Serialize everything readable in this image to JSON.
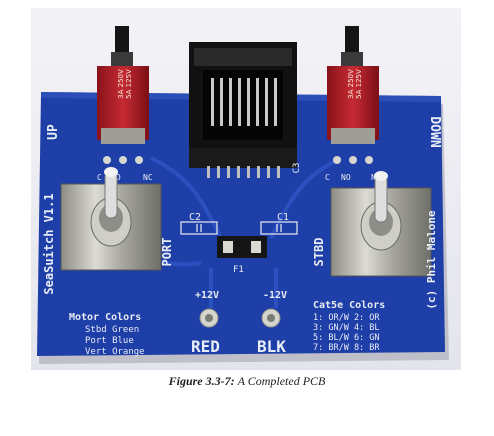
{
  "photo": {
    "board_name": "SeaSuitch V1.1",
    "author": "(c) Phil Malone",
    "up_label": "UP",
    "down_label": "DOWN",
    "port_label": "PORT",
    "stbd_label": "STBD",
    "c1_label": "C1",
    "c2_label": "C2",
    "c3_label": "C3",
    "f1_label": "F1",
    "plus12_label": "+12V",
    "minus12_label": "-12V",
    "red_label": "RED",
    "blk_label": "BLK",
    "motor_colors": {
      "title": "Motor Colors",
      "lines": [
        "Stbd Green",
        "Port Blue",
        "Vert Orange"
      ]
    },
    "cat5e_colors": {
      "title": "Cat5e Colors",
      "lines": [
        "1: OR/W 2: OR",
        "3: GN/W 4: BL",
        "5: BL/W 6: GN",
        "7: BR/W 8: BR"
      ]
    },
    "switch_left_rating": [
      "3A 250V",
      "5A 125V"
    ],
    "switch_right_rating": [
      "3A 250V",
      "5A 125V"
    ],
    "switch_left_pins": [
      "C",
      "NO",
      "NC"
    ],
    "switch_right_pins": [
      "C",
      "NO",
      "NC"
    ],
    "colors": {
      "pcb": "#1f3fa8",
      "pcb_dark": "#16308a",
      "silkscreen": "#e8ecf4",
      "switch_red": "#b3202a",
      "jack_black": "#111111",
      "toggle_metal": "#b8b8b0"
    }
  },
  "caption": {
    "figure_label": "Figure 3.3-7:",
    "figure_text": "A Completed PCB"
  }
}
